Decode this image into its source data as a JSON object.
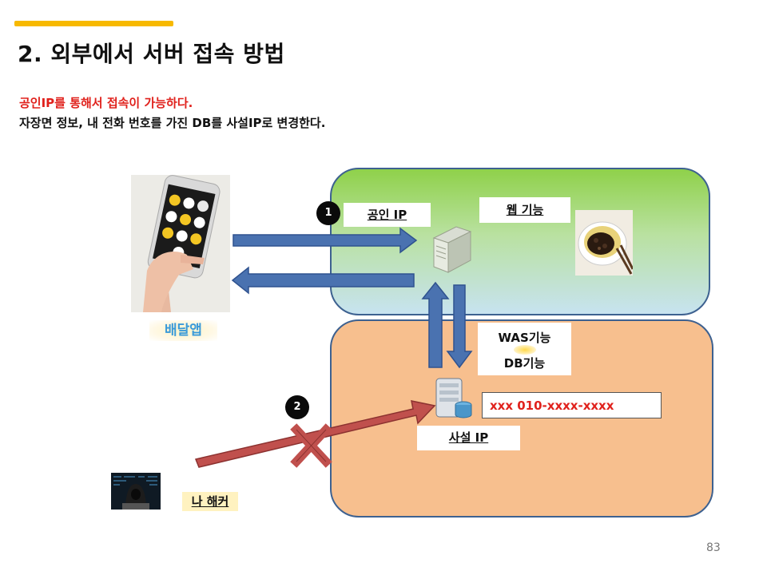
{
  "slide": {
    "title": "2. 외부에서 서버 접속 방법",
    "desc_red": "공인IP를 통해서 접속이 가능하다.",
    "desc_black": "자장면 정보, 내 전화 번호를 가진 DB를 사설IP로 변경한다.",
    "page_number": "83"
  },
  "diagram": {
    "public_ip_label": "공인 IP",
    "web_label": "웹 기능",
    "was_label": "WAS기능",
    "db_label": "DB기능",
    "private_ip_label": "사설 IP",
    "db_record": "xxx  010-xxxx-xxxx",
    "app_label": "배달앱",
    "hacker_label": "나 해커",
    "step1": "1",
    "step2": "2"
  },
  "colors": {
    "accent": "#f7b900",
    "public_zone": "#b9e1a0",
    "private_zone": "#f7bf8e",
    "zone_border": "#3d6190",
    "arrow_blue": "#4a72b0",
    "arrow_red": "#c0504d",
    "highlight_red": "#e0211c"
  },
  "icons": [
    "public-server-icon",
    "database-server-icon",
    "blocked-x-icon"
  ]
}
